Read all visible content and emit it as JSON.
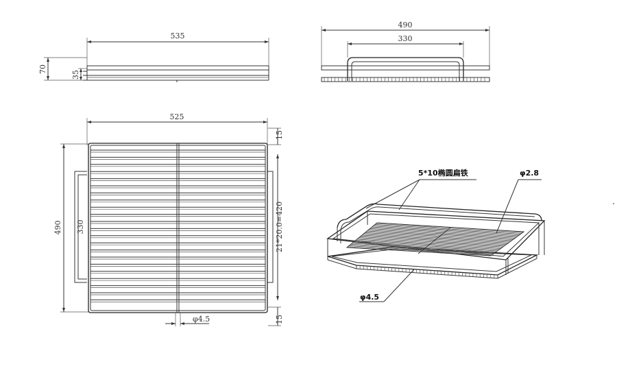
{
  "side_view": {
    "width_label": "535",
    "height_total_label": "70",
    "height_inner_label": "35"
  },
  "front_view": {
    "width_label": "490",
    "handle_label": "330"
  },
  "top_view": {
    "width_label": "525",
    "depth_label": "490",
    "handle_label": "330",
    "spacing_label": "21*20.0=420",
    "margin_top_label": "15",
    "margin_bottom_label": "15",
    "rod_label": "φ4.5"
  },
  "iso_view": {
    "flat_iron_label": "5*10椭圆扁铁",
    "wire_label": "φ2.8",
    "frame_wire_label": "φ4.5"
  }
}
